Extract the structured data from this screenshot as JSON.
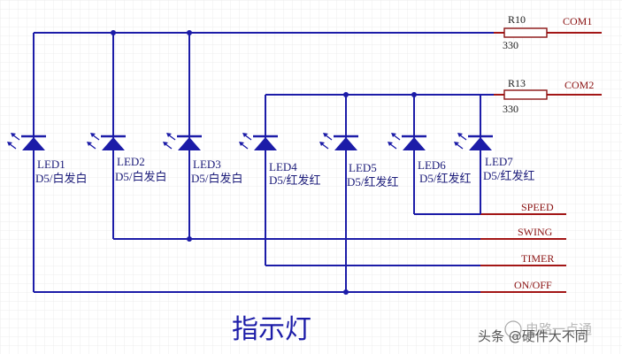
{
  "diagram": {
    "title": "指示灯",
    "leds": [
      {
        "ref": "LED1",
        "value": "D5/白发白"
      },
      {
        "ref": "LED2",
        "value": "D5/白发白"
      },
      {
        "ref": "LED3",
        "value": "D5/白发白"
      },
      {
        "ref": "LED4",
        "value": "D5/红发红"
      },
      {
        "ref": "LED5",
        "value": "D5/红发红"
      },
      {
        "ref": "LED6",
        "value": "D5/红发红"
      },
      {
        "ref": "LED7",
        "value": "D5/红发红"
      }
    ],
    "resistors": [
      {
        "ref": "R10",
        "value": "330",
        "net": "COM1"
      },
      {
        "ref": "R13",
        "value": "330",
        "net": "COM2"
      }
    ],
    "nets": [
      "SPEED",
      "SWING",
      "TIMER",
      "ON/OFF"
    ],
    "colors": {
      "wire": "#1c1ca8",
      "net": "#a31616",
      "grid": "#ececec"
    }
  },
  "watermark": {
    "faint": "电路一点通",
    "text": "头条 @硬件大不同"
  }
}
